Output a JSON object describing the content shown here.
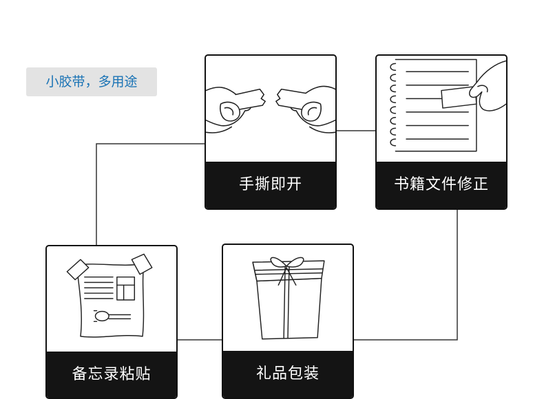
{
  "tagline": "小胶带，多用途",
  "cards": [
    {
      "caption": "手撕即开",
      "icon": "hands-tearing-tape-icon"
    },
    {
      "caption": "书籍文件修正",
      "icon": "notebook-tape-repair-icon"
    },
    {
      "caption": "备忘录粘贴",
      "icon": "taped-memo-icon"
    },
    {
      "caption": "礼品包装",
      "icon": "gift-box-icon"
    }
  ],
  "colors": {
    "tag_bg": "#e3e3e3",
    "tag_text": "#1a73b5",
    "caption_bg": "#141414",
    "caption_text": "#ffffff",
    "line": "#333333"
  }
}
